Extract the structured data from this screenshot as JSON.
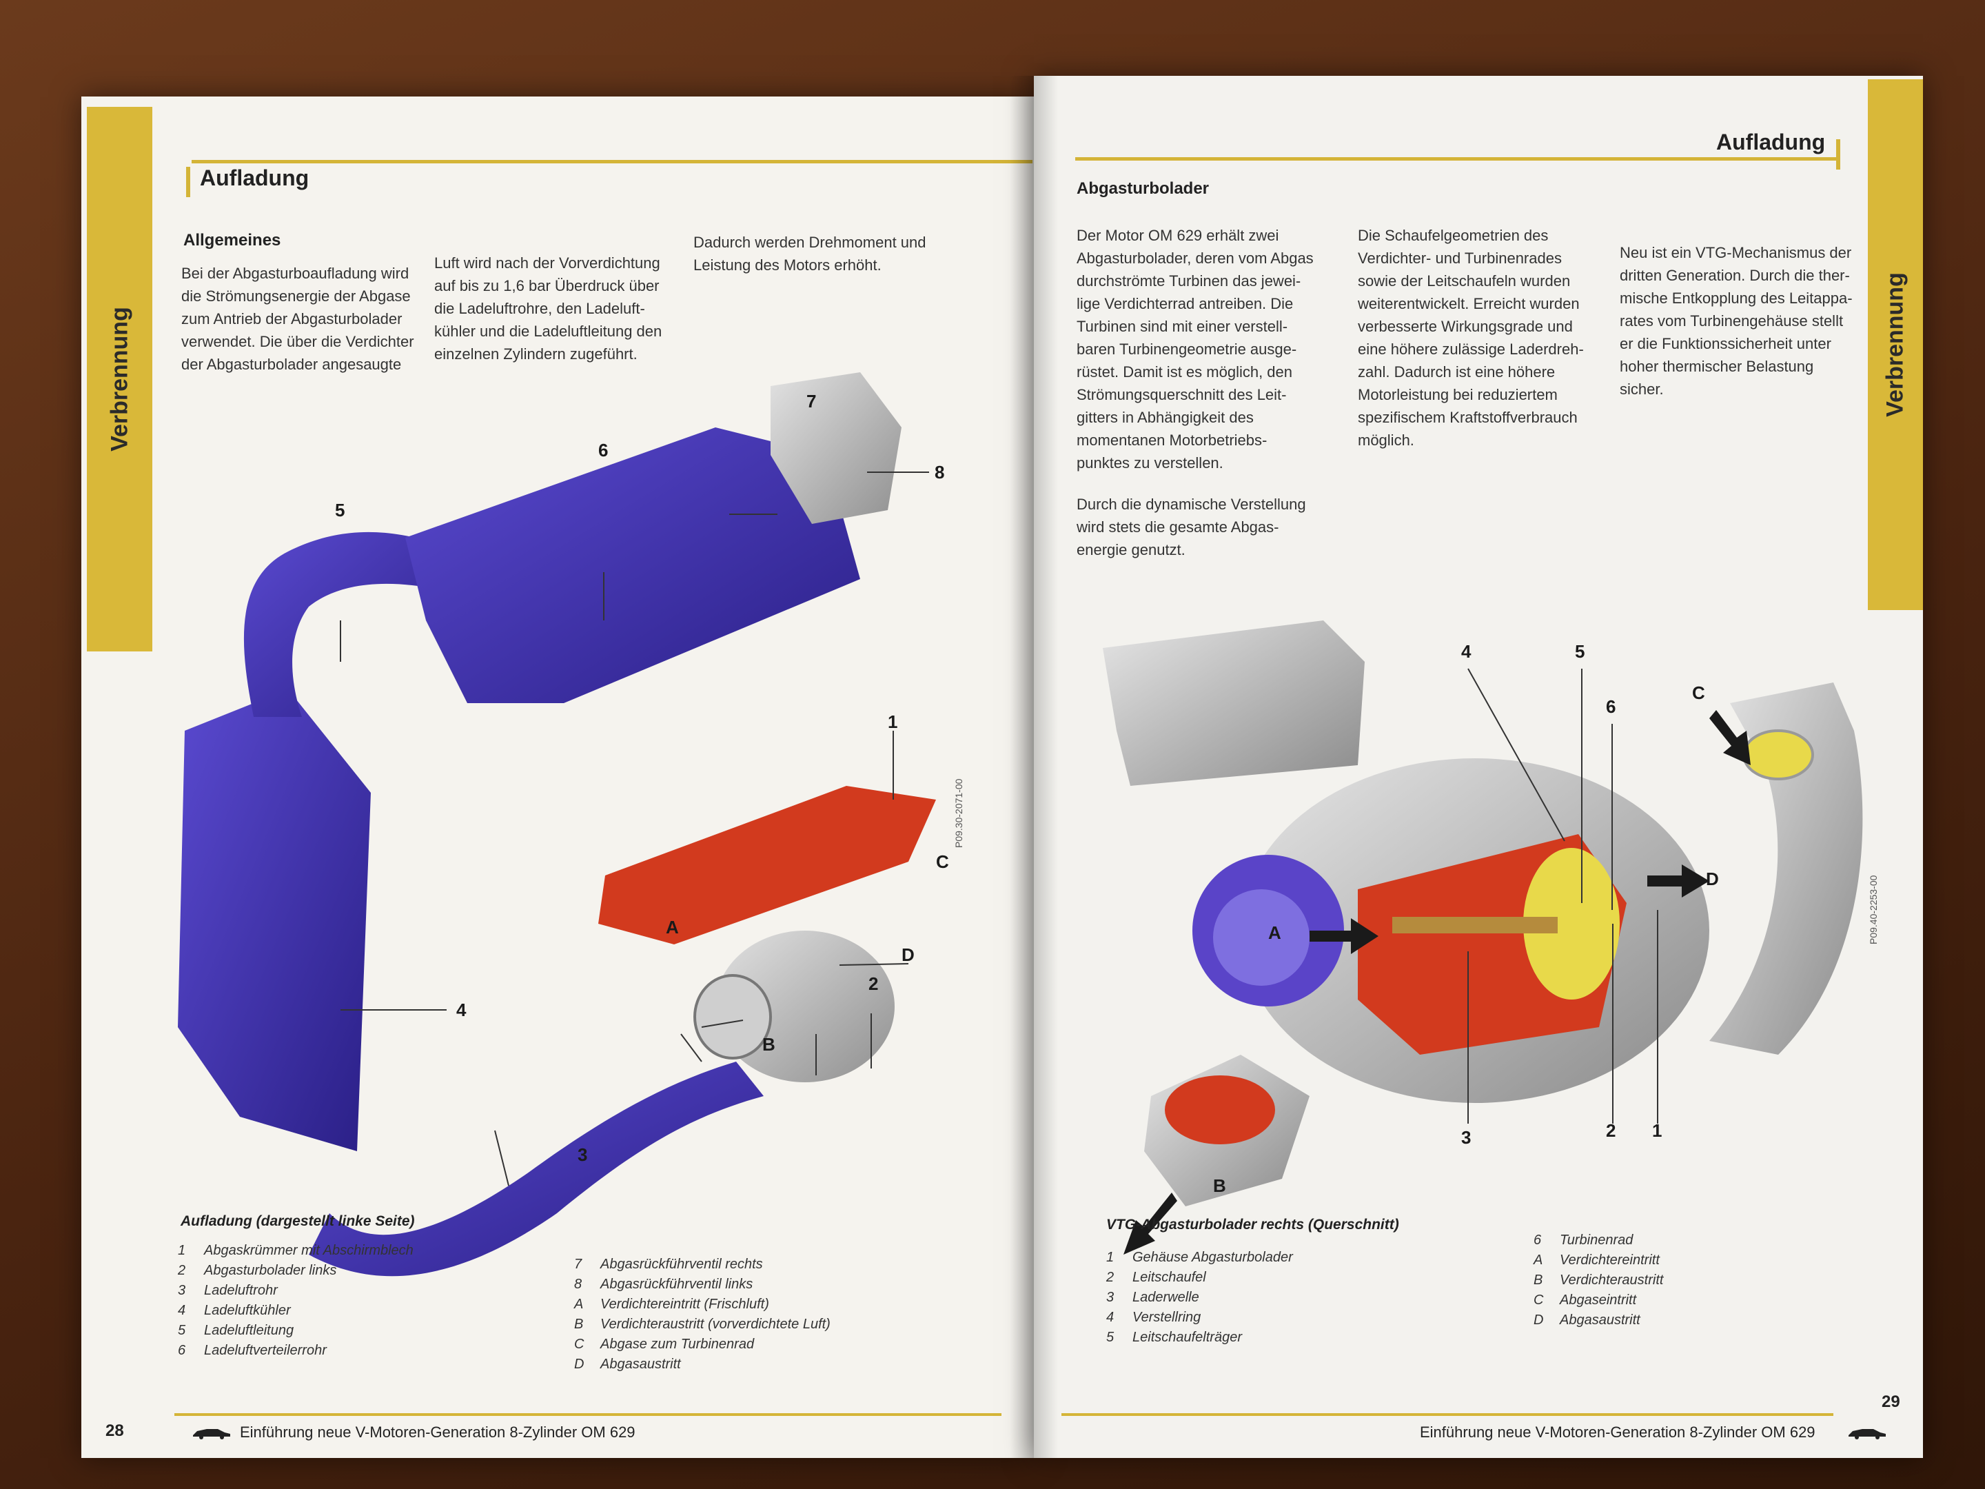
{
  "left_page": {
    "tab_label": "Verbrennung",
    "section_title": "Aufladung",
    "subheading": "Allgemeines",
    "col1": [
      "Bei der Abgasturboaufladung wird",
      "die Strömungsenergie der Abgase",
      "zum Antrieb der Abgasturbolader",
      "verwendet. Die über die Verdichter",
      "der Abgasturbolader angesaugte"
    ],
    "col2": [
      "Luft wird nach der Vorverdichtung",
      "auf bis zu 1,6 bar Überdruck über",
      "die Ladeluftrohre, den Ladeluft-",
      "kühler und die Ladeluftleitung den",
      "einzelnen Zylindern zugeführt."
    ],
    "col3": [
      "Dadurch werden Drehmoment und",
      "Leistung des Motors erhöht."
    ],
    "figure_code": "P09.30-2071-00",
    "callouts": [
      "1",
      "2",
      "3",
      "4",
      "5",
      "6",
      "7",
      "8",
      "A",
      "B",
      "C",
      "D"
    ],
    "caption_title": "Aufladung (dargestellt linke Seite)",
    "legend_col1": [
      {
        "key": "1",
        "text": "Abgaskrümmer mit Abschirmblech"
      },
      {
        "key": "2",
        "text": "Abgasturbolader links"
      },
      {
        "key": "3",
        "text": "Ladeluftrohr"
      },
      {
        "key": "4",
        "text": "Ladeluftkühler"
      },
      {
        "key": "5",
        "text": "Ladeluftleitung"
      },
      {
        "key": "6",
        "text": "Ladeluftverteilerrohr"
      }
    ],
    "legend_col2": [
      {
        "key": "7",
        "text": "Abgasrückführventil rechts"
      },
      {
        "key": "8",
        "text": "Abgasrückführventil links"
      },
      {
        "key": "A",
        "text": "Verdichtereintritt (Frischluft)"
      },
      {
        "key": "B",
        "text": "Verdichteraustritt (vorverdichtete Luft)"
      },
      {
        "key": "C",
        "text": "Abgase zum Turbinenrad"
      },
      {
        "key": "D",
        "text": "Abgasaustritt"
      }
    ],
    "page_number": "28",
    "footer": "Einführung neue V-Motoren-Generation 8-Zylinder OM 629"
  },
  "right_page": {
    "tab_label": "Verbrennung",
    "section_title": "Aufladung",
    "subheading": "Abgasturbolader",
    "col1": [
      "Der Motor OM 629 erhält zwei",
      "Abgasturbolader, deren vom Abgas",
      "durchströmte Turbinen das jewei-",
      "lige Verdichterrad antreiben. Die",
      "Turbinen sind mit einer verstell-",
      "baren Turbinengeometrie ausge-",
      "rüstet. Damit ist es möglich, den",
      "Strömungsquerschnitt des Leit-",
      "gitters in Abhängigkeit des",
      "momentanen Motorbetriebs-",
      "punktes zu verstellen."
    ],
    "col1_b": [
      "Durch die dynamische Verstellung",
      "wird stets die gesamte Abgas-",
      "energie genutzt."
    ],
    "col2": [
      "Die Schaufelgeometrien des",
      "Verdichter- und Turbinenrades",
      "sowie der Leitschaufeln wurden",
      "weiterentwickelt. Erreicht wurden",
      "verbesserte Wirkungsgrade und",
      "eine höhere zulässige Laderdreh-",
      "zahl. Dadurch ist eine höhere",
      "Motorleistung bei reduziertem",
      "spezifischem Kraftstoffverbrauch",
      "möglich."
    ],
    "col3": [
      "Neu ist ein VTG-Mechanismus der",
      "dritten Generation. Durch die ther-",
      "mische Entkopplung des Leitappa-",
      "rates vom Turbinengehäuse stellt",
      "er die Funktionssicherheit unter",
      "hoher thermischer Belastung",
      "sicher."
    ],
    "figure_code": "P09.40-2253-00",
    "callouts": [
      "1",
      "2",
      "3",
      "4",
      "5",
      "6",
      "A",
      "B",
      "C",
      "D"
    ],
    "caption_title": "VTG-Abgasturbolader rechts (Querschnitt)",
    "legend_col1": [
      {
        "key": "1",
        "text": "Gehäuse Abgasturbolader"
      },
      {
        "key": "2",
        "text": "Leitschaufel"
      },
      {
        "key": "3",
        "text": "Laderwelle"
      },
      {
        "key": "4",
        "text": "Verstellring"
      },
      {
        "key": "5",
        "text": "Leitschaufelträger"
      }
    ],
    "legend_col2": [
      {
        "key": "6",
        "text": "Turbinenrad"
      },
      {
        "key": "A",
        "text": "Verdichtereintritt"
      },
      {
        "key": "B",
        "text": "Verdichteraustritt"
      },
      {
        "key": "C",
        "text": "Abgaseintritt"
      },
      {
        "key": "D",
        "text": "Abgasaustritt"
      }
    ],
    "page_number": "29",
    "footer": "Einführung neue V-Motoren-Generation 8-Zylinder OM 629"
  },
  "colors": {
    "accent_yellow": "#d4b437",
    "intake_purple": "#3d2fb0",
    "exhaust_red": "#d23a1e",
    "metal_grey": "#bdbdbd"
  },
  "icons": [
    "car-icon"
  ]
}
